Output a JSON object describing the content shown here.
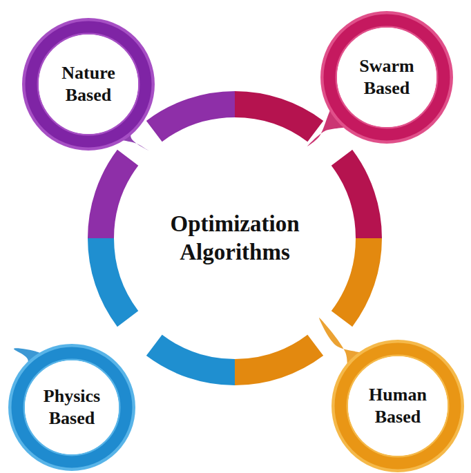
{
  "diagram": {
    "nodes": [
      {
        "text": [
          "Nature Based"
        ]
      },
      {
        "text": [
          "Swarm Based"
        ]
      },
      {
        "text": [
          "Optimization Algorithms"
        ]
      },
      {
        "text": [
          "Physics Based"
        ]
      },
      {
        "text": [
          "Human Based"
        ]
      }
    ]
  }
}
